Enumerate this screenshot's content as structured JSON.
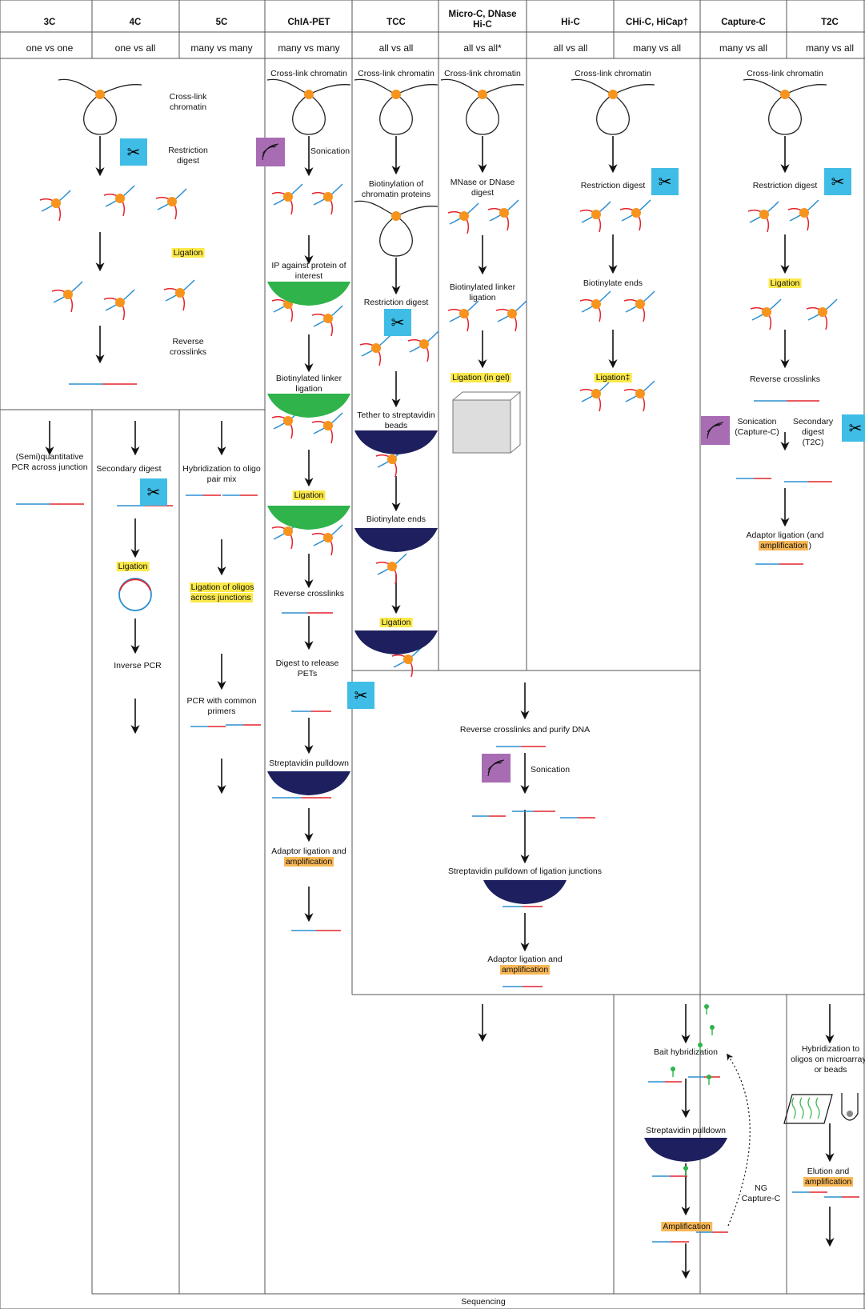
{
  "headers": [
    {
      "name": "3C",
      "sub": "one vs one"
    },
    {
      "name": "4C",
      "sub": "one vs all"
    },
    {
      "name": "5C",
      "sub": "many vs many"
    },
    {
      "name": "ChIA-PET",
      "sub": "many vs many"
    },
    {
      "name": "TCC",
      "sub": "all vs all"
    },
    {
      "name": "Micro-C, DNase Hi-C",
      "sub": "all vs all*"
    },
    {
      "name": "Hi-C",
      "sub": "all vs all"
    },
    {
      "name": "CHi-C, HiCap†",
      "sub": "many vs all"
    },
    {
      "name": "Capture-C",
      "sub": "many vs all"
    },
    {
      "name": "T2C",
      "sub": "many vs all"
    }
  ],
  "colors": {
    "red": "#e3242b",
    "blue": "#2b8fd0",
    "orange": "#f7941d",
    "green": "#2fb34a",
    "navy": "#1d1f5e",
    "scissors_bg": "#3fbde6",
    "sonic_bg": "#a86cb3",
    "highlight_yellow": "#fbe94a",
    "highlight_orange": "#f7b756"
  },
  "icons": [
    "scissors-icon",
    "sonication-icon",
    "bead-icon",
    "gel-box-icon",
    "microarray-icon",
    "loop-icon"
  ],
  "labels": {
    "c3_crosslink": "Cross-link chromatin",
    "c3_restriction": "Restriction digest",
    "c3_ligation": "Ligation",
    "c3_reverse": "Reverse crosslinks",
    "c3_pcr": "(Semi)quantitative PCR across junction",
    "c4_secondary": "Secondary digest",
    "c4_ligation": "Ligation",
    "c4_inverse": "Inverse PCR",
    "c5_hybrid": "Hybridization to oligo pair mix",
    "c5_ligoligo": "Ligation of oligos across junctions",
    "c5_pcr": "PCR with common primers",
    "chia_crosslink": "Cross-link chromatin",
    "chia_sonication": "Sonication",
    "chia_ip": "IP against protein of interest",
    "chia_biolinker": "Biotinylated linker ligation",
    "chia_ligation": "Ligation",
    "chia_reverse": "Reverse crosslinks",
    "chia_digest": "Digest to release PETs",
    "chia_strep": "Streptavidin pulldown",
    "chia_adaptor": "Adaptor ligation and",
    "chia_amp": "amplification",
    "tcc_crosslink": "Cross-link chromatin",
    "tcc_biot": "Biotinylation of chromatin proteins",
    "tcc_restriction": "Restriction digest",
    "tcc_tether": "Tether to streptavidin beads",
    "tcc_bioends": "Biotinylate ends",
    "tcc_ligation": "Ligation",
    "mc_crosslink": "Cross-link chromatin",
    "mc_mnase": "MNase or DNase digest",
    "mc_biolinker": "Biotinylated linker ligation",
    "mc_ligation": "Ligation (in gel)",
    "hic_crosslink": "Cross-link chromatin",
    "hic_restriction": "Restriction digest",
    "hic_bioends": "Biotinylate ends",
    "hic_ligation": "Ligation‡",
    "cap_crosslink": "Cross-link chromatin",
    "cap_restriction": "Restriction digest",
    "cap_ligation": "Ligation",
    "cap_reverse": "Reverse crosslinks",
    "cap_sonication": "Sonication (Capture-C)",
    "cap_secondary": "Secondary digest (T2C)",
    "cap_adaptor": "Adaptor ligation (and",
    "cap_amp": "amplification",
    "cap_amp_close": ")",
    "mid_reverse": "Reverse crosslinks and purify DNA",
    "mid_sonication": "Sonication",
    "mid_strep": "Streptavidin pulldown of ligation junctions",
    "mid_adaptor": "Adaptor ligation and",
    "mid_amp": "amplification",
    "bait_hybrid": "Bait hybridization",
    "bait_strep": "Streptavidin pulldown",
    "bait_amp": "Amplification",
    "ng_capture": "NG Capture-C",
    "t2c_hybrid": "Hybridization to oligos on microarrays or beads",
    "t2c_elution": "Elution and",
    "t2c_amp": "amplification",
    "sequencing": "Sequencing"
  }
}
